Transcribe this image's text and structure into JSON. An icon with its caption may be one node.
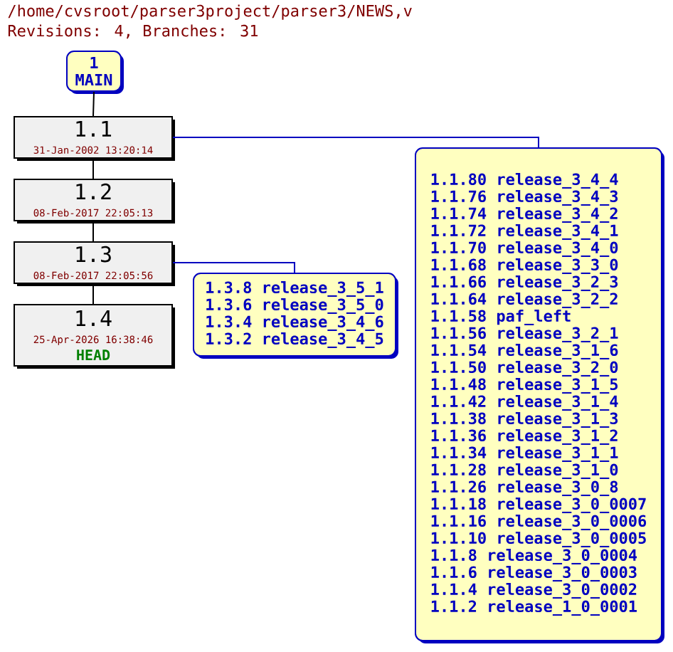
{
  "diagram": {
    "title": "/home/cvsroot/parser3project/parser3/NEWS,v",
    "labels": [
      "Revisions: 4, Branches: 31"
    ],
    "nodes": [
      {
        "text": [
          "1",
          "MAIN"
        ]
      },
      {
        "text": [
          "1.1",
          "31-Jan-2002 13:20:14"
        ]
      },
      {
        "text": [
          "1.2",
          "08-Feb-2017 22:05:13"
        ]
      },
      {
        "text": [
          "1.3",
          "08-Feb-2017 22:05:56"
        ]
      },
      {
        "text": [
          "1.4",
          "25-Apr-2026 16:38:46",
          "HEAD"
        ]
      },
      {
        "text": [
          "1.3.8 release_3_5_1",
          "1.3.6 release_3_5_0",
          "1.3.4 release_3_4_6",
          "1.3.2 release_3_4_5"
        ]
      },
      {
        "text": [
          "1.1.80 release_3_4_4",
          "1.1.76 release_3_4_3",
          "1.1.74 release_3_4_2",
          "1.1.72 release_3_4_1",
          "1.1.70 release_3_4_0",
          "1.1.68 release_3_3_0",
          "1.1.66 release_3_2_3",
          "1.1.64 release_3_2_2",
          "1.1.58 paf_left",
          "1.1.56 release_3_2_1",
          "1.1.54 release_3_1_6",
          "1.1.50 release_3_2_0",
          "1.1.48 release_3_1_5",
          "1.1.42 release_3_1_4",
          "1.1.38 release_3_1_3",
          "1.1.36 release_3_1_2",
          "1.1.34 release_3_1_1",
          "1.1.28 release_3_1_0",
          "1.1.26 release_3_0_8",
          "1.1.18 release_3_0_0007",
          "1.1.16 release_3_0_0006",
          "1.1.10 release_3_0_0005",
          "1.1.8 release_3_0_0004",
          "1.1.6 release_3_0_0003",
          "1.1.4 release_3_0_0002",
          "1.1.2 release_1_0_0001"
        ]
      }
    ],
    "edges": [
      {
        "from": 0,
        "to": 1,
        "arrow": "none"
      },
      {
        "from": 1,
        "to": 2,
        "arrow": "none"
      },
      {
        "from": 2,
        "to": 3,
        "arrow": "none"
      },
      {
        "from": 3,
        "to": 4,
        "arrow": "none"
      },
      {
        "from": 1,
        "to": 6,
        "arrow": "none",
        "color": "#0000c0"
      },
      {
        "from": 3,
        "to": 5,
        "arrow": "none",
        "color": "#0000c0"
      }
    ]
  }
}
